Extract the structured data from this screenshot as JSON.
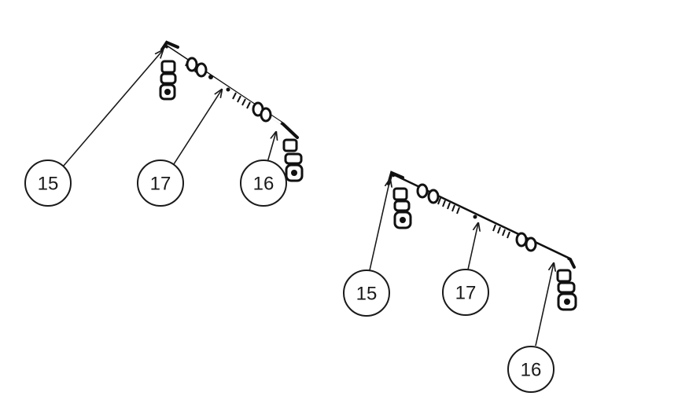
{
  "callouts": {
    "left": {
      "a": "15",
      "b": "17",
      "c": "16"
    },
    "right": {
      "a": "15",
      "b": "17",
      "c": "16"
    }
  },
  "colors": {
    "ink": "#1a1a1a",
    "paper": "#ffffff"
  }
}
